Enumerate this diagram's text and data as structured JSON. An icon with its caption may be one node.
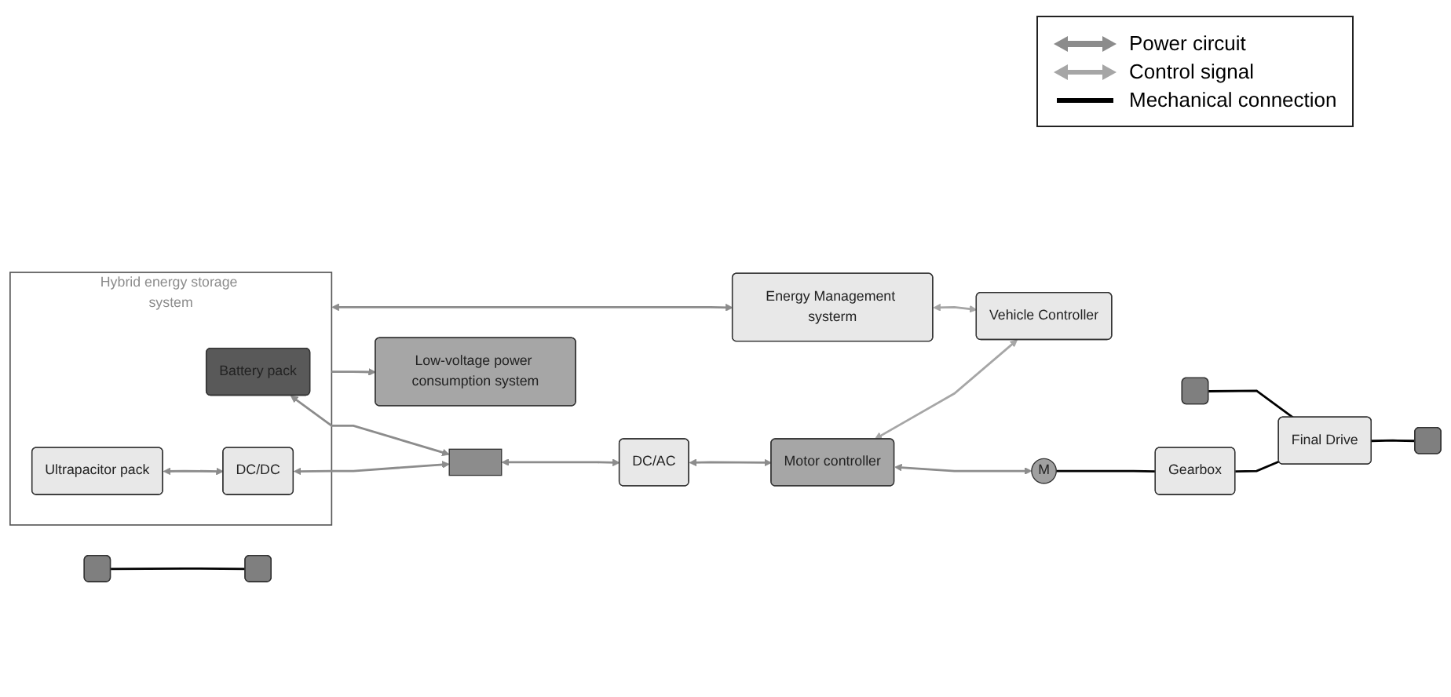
{
  "diagram": {
    "nodes": [
      {
        "text": [],
        "shape": "box"
      },
      {
        "text": [],
        "shape": "box"
      },
      {
        "text": [
          "Low-voltage power consumption system"
        ]
      },
      {
        "text": [
          "Hybrid energy storage system"
        ]
      },
      {
        "text": [
          "Battery pack"
        ],
        "in": 3
      },
      {
        "text": [
          "Ultrapacitor pack"
        ],
        "in": 3
      },
      {
        "text": [
          "DC/DC"
        ],
        "in": 3
      },
      {
        "text": [],
        "shape": "bar"
      },
      {
        "text": [
          "DC/AC"
        ]
      },
      {
        "text": [
          "Motor controller"
        ]
      },
      {
        "text": [
          "M"
        ]
      },
      {
        "text": [
          "Gearbox"
        ]
      },
      {
        "text": [
          "Final Drive"
        ]
      },
      {
        "text": [
          "Energy Management systerm"
        ]
      },
      {
        "text": [
          "Vehicle Controller"
        ]
      },
      {
        "text": [],
        "shape": "box"
      },
      {
        "text": [],
        "shape": "box"
      }
    ],
    "edges": [
      {
        "from": 3,
        "to": 2,
        "arrow": "to"
      },
      {
        "from": 4,
        "to": 7,
        "arrow": "both"
      },
      {
        "from": 5,
        "to": 6,
        "arrow": "both"
      },
      {
        "from": 6,
        "to": 7,
        "arrow": "both"
      },
      {
        "from": 7,
        "to": 8,
        "arrow": "both"
      },
      {
        "from": 8,
        "to": 9,
        "arrow": "both"
      },
      {
        "from": 9,
        "to": 10,
        "arrow": "both"
      },
      {
        "from": 10,
        "to": 11,
        "arrow": "none",
        "color": "#000000"
      },
      {
        "from": 11,
        "to": 12,
        "arrow": "none",
        "color": "#000000"
      },
      {
        "from": 9,
        "to": 14,
        "arrow": "both",
        "color": "#a6a6a6"
      },
      {
        "from": 3,
        "to": 13,
        "arrow": "both"
      },
      {
        "from": 13,
        "to": 14,
        "arrow": "both",
        "color": "#a6a6a6"
      },
      {
        "from": 0,
        "to": 15,
        "arrow": "none",
        "color": "#000000"
      },
      {
        "from": 1,
        "to": 12,
        "arrow": "none",
        "color": "#000000"
      },
      {
        "from": 12,
        "to": 16,
        "arrow": "none",
        "color": "#000000"
      }
    ],
    "legend": [
      {
        "text": "Power circuit"
      },
      {
        "text": "Control signal"
      },
      {
        "text": "Mechanical connection"
      }
    ]
  }
}
